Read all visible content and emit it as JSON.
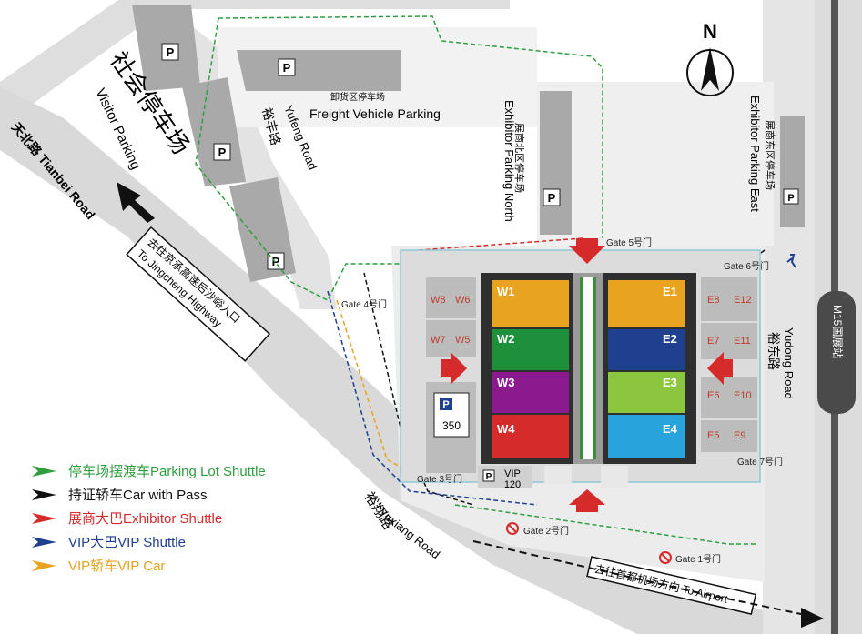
{
  "compass": {
    "label": "N"
  },
  "roads": {
    "tianbei": "天北路 Tianbei Road",
    "yufeng_cn": "裕丰路",
    "yufeng_en": "Yufeng Road",
    "yuxiang_cn": "裕翔路",
    "yuxiang_en": "Yuxiang Road",
    "yudong_cn": "裕东路",
    "yudong_en": "Yudong Road",
    "m15": "M15国展站",
    "to_jingcheng_cn": "去往京承高速后沙峪入口",
    "to_jingcheng_en": "To Jingcheng Highway",
    "to_airport": "去往首都机场方向 To Airport"
  },
  "parking": {
    "visitor_cn": "社会停车场",
    "visitor_en": "Visitor Parking",
    "freight_cn": "卸货区停车场",
    "freight_en": "Freight Vehicle Parking",
    "north_cn": "展商北区停车场",
    "north_en": "Exhibitor Parking North",
    "east_cn": "展商东区停车场",
    "east_en": "Exhibitor Parking East",
    "p": "P",
    "lot350": "350",
    "vip_label": "VIP",
    "vip_count": "120"
  },
  "halls": [
    "W1",
    "W2",
    "W3",
    "W4",
    "E1",
    "E2",
    "E3",
    "E4"
  ],
  "small_halls": [
    "W8",
    "W6",
    "W7",
    "W5",
    "E8",
    "E12",
    "E7",
    "E11",
    "E6",
    "E10",
    "E5",
    "E9"
  ],
  "gates": {
    "g1": "Gate 1号门",
    "g2": "Gate 2号门",
    "g3": "Gate 3号门",
    "g4": "Gate 4号门",
    "g5": "Gate 5号门",
    "g6": "Gate 6号门",
    "g7": "Gate 7号门"
  },
  "legend": [
    {
      "label": "停车场摆渡车Parking Lot Shuttle",
      "color": "#2e9e3e"
    },
    {
      "label": "持证轿车Car with Pass",
      "color": "#111111"
    },
    {
      "label": "展商大巴Exhibitor Shuttle",
      "color": "#d62b2b"
    },
    {
      "label": "VIP大巴VIP Shuttle",
      "color": "#1f3f8f"
    },
    {
      "label": "VIP轿车VIP Car",
      "color": "#e8a320"
    }
  ],
  "colors": {
    "road": "#d7d7d7",
    "building": "#a9a9a9",
    "w4": "#e8a320",
    "w3": "#1e8f3a",
    "w2": "#8a1a8e",
    "w1": "#d62b2b",
    "e4": "#e8a320",
    "e3": "#1f3f8f",
    "e2": "#8cc63f",
    "e1": "#29a3dc"
  }
}
